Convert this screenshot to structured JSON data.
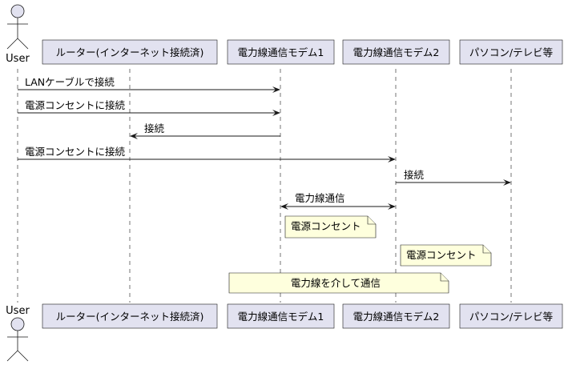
{
  "actor": {
    "name": "User"
  },
  "participants": [
    {
      "id": "router",
      "label": "ルーター(インターネット接続済)"
    },
    {
      "id": "modem1",
      "label": "電力線通信モデム1"
    },
    {
      "id": "modem2",
      "label": "電力線通信モデム2"
    },
    {
      "id": "pc",
      "label": "パソコン/テレビ等"
    }
  ],
  "messages": [
    {
      "from": "user",
      "to": "modem1",
      "label": "LANケーブルで接続",
      "direction": "right"
    },
    {
      "from": "user",
      "to": "modem1",
      "label": "電源コンセントに接続",
      "direction": "right"
    },
    {
      "from": "modem1",
      "to": "router",
      "label": "接続",
      "direction": "left"
    },
    {
      "from": "user",
      "to": "modem2",
      "label": "電源コンセントに接続",
      "direction": "right"
    },
    {
      "from": "modem2",
      "to": "pc",
      "label": "接続",
      "direction": "right"
    },
    {
      "from": "modem1",
      "to": "modem2",
      "label": "電力線通信",
      "direction": "both"
    }
  ],
  "notes": [
    {
      "over": "modem1",
      "label": "電源コンセント"
    },
    {
      "over": "modem2",
      "label": "電源コンセント"
    },
    {
      "over": "modem1,modem2",
      "label": "電力線を介して通信"
    }
  ]
}
